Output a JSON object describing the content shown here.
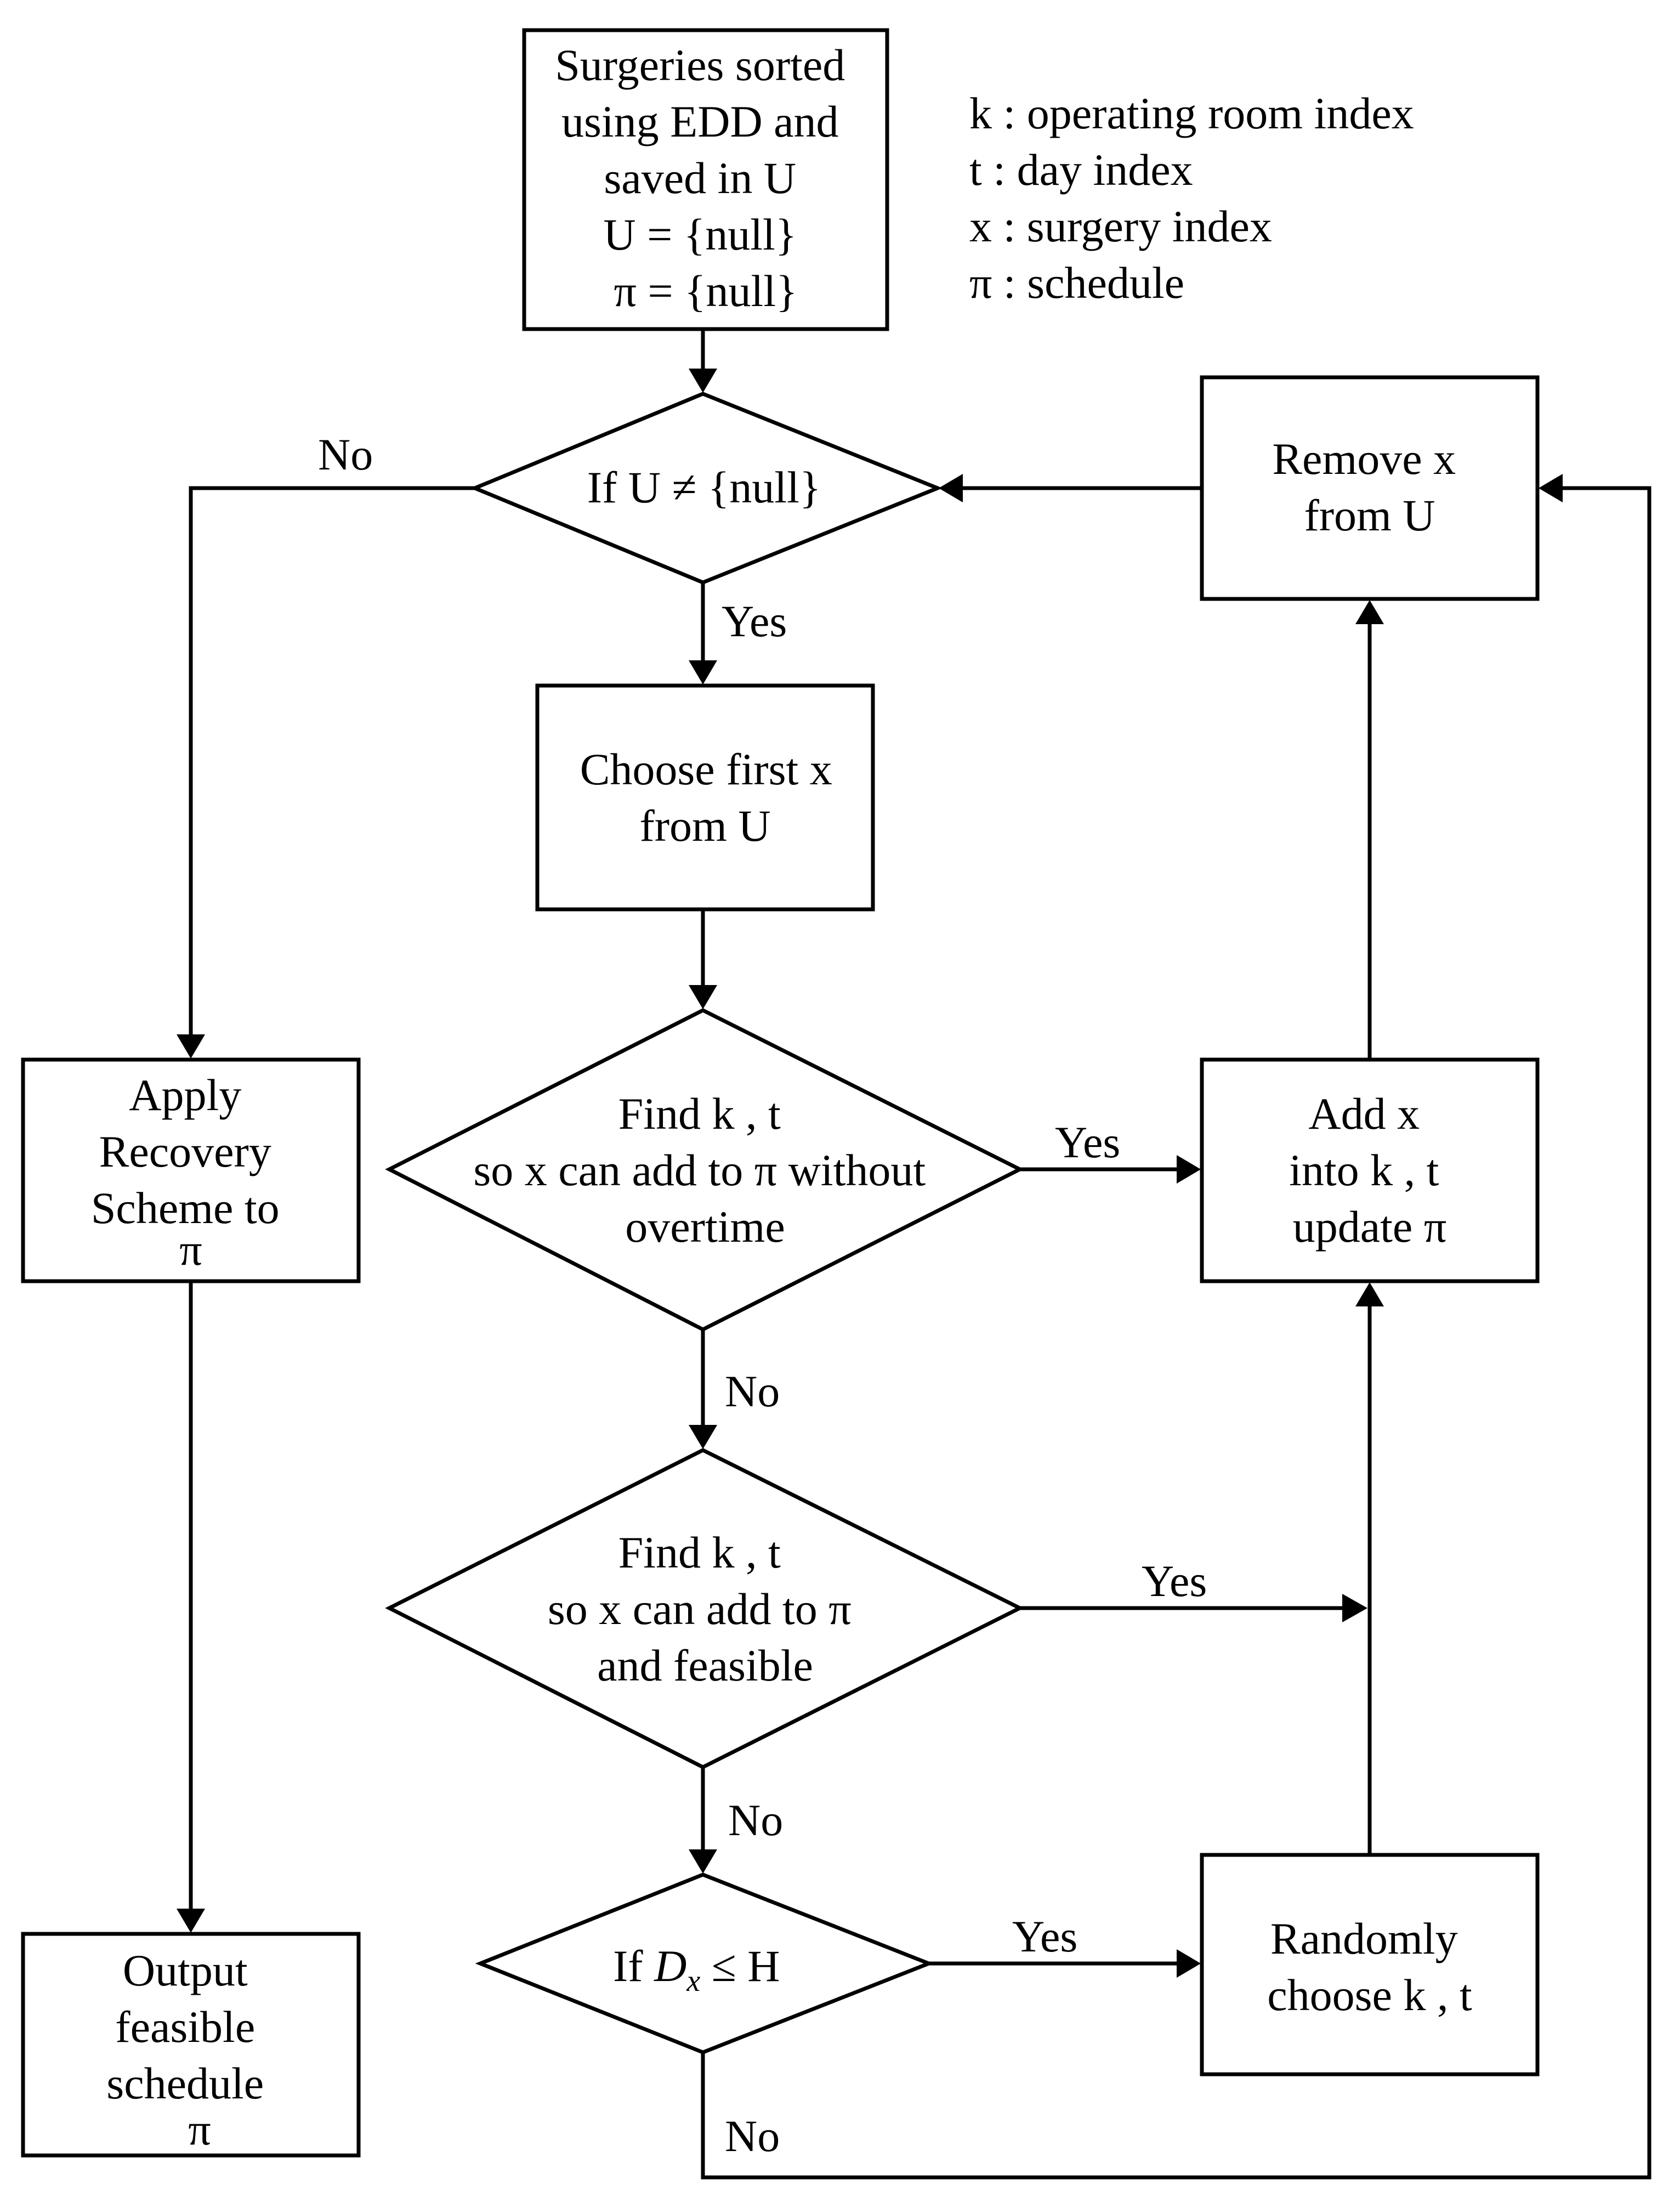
{
  "nodes": {
    "init": [
      "Surgeries sorted",
      "using EDD and",
      "saved in U",
      "U = {null}",
      "π  = {null}"
    ],
    "if_u": [
      "If U ≠ {null}"
    ],
    "choose": [
      "Choose first x",
      "from U"
    ],
    "find1": [
      "Find k , t",
      "so x can add to π without",
      "overtime"
    ],
    "find2": [
      "Find k , t",
      "so x can add to π",
      "and feasible"
    ],
    "ifd": {
      "prefix": "If ",
      "var": "D",
      "sub": "x",
      "suffix": " ≤ H"
    },
    "random": [
      "Randomly",
      "choose k , t"
    ],
    "add": [
      "Add x",
      "into k , t",
      "update π"
    ],
    "remove": [
      "Remove x",
      "from U"
    ],
    "recovery": [
      "Apply",
      "Recovery",
      "Scheme to",
      "π"
    ],
    "output": [
      "Output",
      "feasible",
      "schedule",
      "π"
    ]
  },
  "edge_labels": {
    "no_if_u": "No",
    "yes_if_u": "Yes",
    "yes_find1": "Yes",
    "no_find1": "No",
    "yes_find2": "Yes",
    "no_find2": "No",
    "yes_ifd": "Yes",
    "no_ifd": "No"
  },
  "legend": [
    "k : operating room index",
    "t  : day index",
    "x : surgery index",
    "π : schedule"
  ]
}
